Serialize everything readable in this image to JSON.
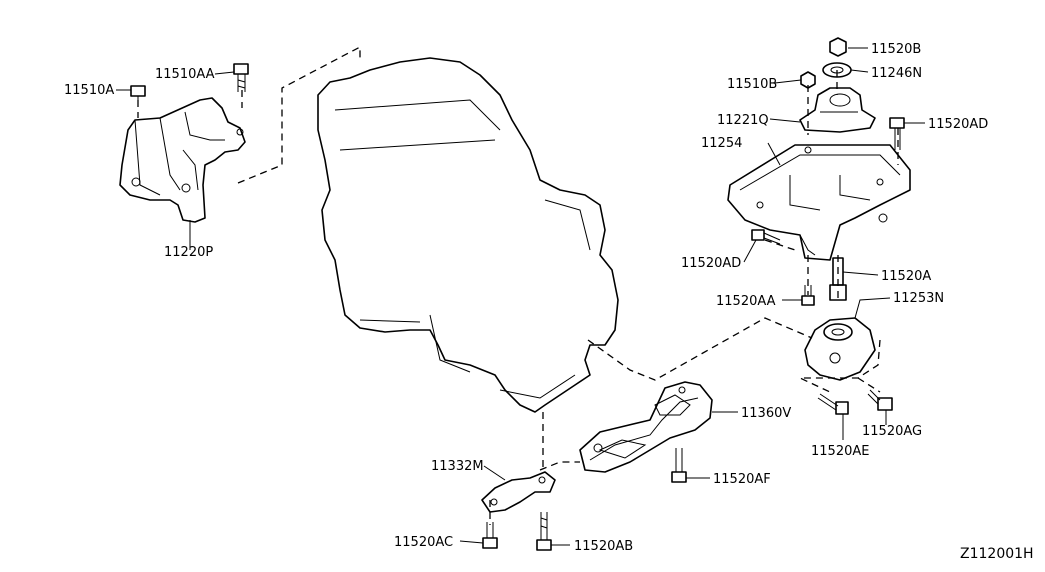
{
  "labels": {
    "l_11510A": "11510A",
    "l_11510AA": "11510AA",
    "l_11220P": "11220P",
    "l_11520B": "11520B",
    "l_11246N": "11246N",
    "l_11510B": "11510B",
    "l_11221Q": "11221Q",
    "l_11520AD_top": "11520AD",
    "l_11254": "11254",
    "l_11520AD_left": "11520AD",
    "l_11520A": "11520A",
    "l_11520AA": "11520AA",
    "l_11253N": "11253N",
    "l_11360V": "11360V",
    "l_11520AE": "11520AE",
    "l_11520AG": "11520AG",
    "l_11332M": "11332M",
    "l_11520AF": "11520AF",
    "l_11520AC": "11520AC",
    "l_11520AB": "11520AB"
  },
  "diagram_ref": "Z112001H"
}
